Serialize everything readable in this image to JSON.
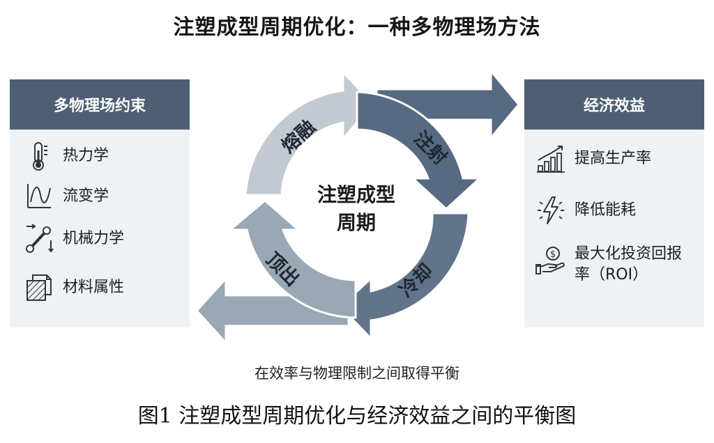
{
  "title": "注塑成型周期优化：一种多物理场方法",
  "left_panel": {
    "header": "多物理场约束",
    "items": [
      {
        "label": "热力学",
        "icon": "thermometer-icon"
      },
      {
        "label": "流变学",
        "icon": "rheology-curve-icon"
      },
      {
        "label": "机械力学",
        "icon": "mechanical-linkage-icon"
      },
      {
        "label": "材料属性",
        "icon": "material-sheet-icon"
      }
    ]
  },
  "right_panel": {
    "header": "经济效益",
    "items": [
      {
        "label": "提高生产率",
        "icon": "rising-bar-chart-icon"
      },
      {
        "label": "降低能耗",
        "icon": "lightning-bolt-icon"
      },
      {
        "label": "最大化投资回报",
        "label2": "率（ROI）",
        "icon": "money-hand-icon"
      }
    ]
  },
  "cycle": {
    "center_line1": "注塑成型",
    "center_line2": "周期",
    "stages": [
      "熔融",
      "注射",
      "冷却",
      "顶出"
    ],
    "colors": {
      "light": "#c2c9d1",
      "mid": "#9aa7b5",
      "dark": "#566a81",
      "darker": "#62748a"
    }
  },
  "subtitle": "在效率与物理限制之间取得平衡",
  "caption": "图1  注塑成型周期优化与经济效益之间的平衡图"
}
